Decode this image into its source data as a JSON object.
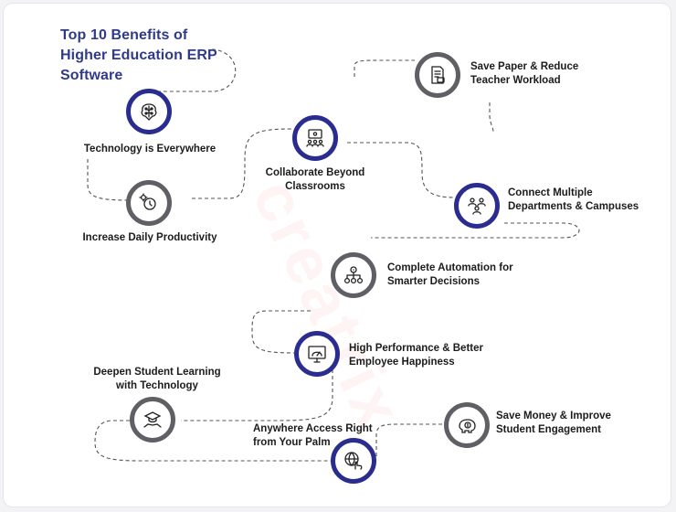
{
  "title": {
    "line1": "Top 10 Benefits of",
    "line2": "Higher Education ERP",
    "line3": "Software"
  },
  "watermark": "creatrix",
  "colors": {
    "title": "#2f3a8c",
    "ring_blue": "#2a2c8f",
    "ring_grey": "#5f5f66",
    "connector": "#555555"
  },
  "benefits": [
    {
      "id": "technology",
      "icon": "brain-circuit-icon",
      "ring": "blue",
      "lines": [
        "Technology is Everywhere"
      ]
    },
    {
      "id": "productivity",
      "icon": "gear-clock-icon",
      "ring": "grey",
      "lines": [
        "Increase Daily Productivity"
      ]
    },
    {
      "id": "collaborate",
      "icon": "classroom-presentation-icon",
      "ring": "blue",
      "lines": [
        "Collaborate Beyond",
        "Classrooms"
      ]
    },
    {
      "id": "save-paper",
      "icon": "document-icon",
      "ring": "grey",
      "lines": [
        "Save Paper & Reduce",
        "Teacher Workload"
      ]
    },
    {
      "id": "connect",
      "icon": "network-people-icon",
      "ring": "blue",
      "lines": [
        "Connect Multiple",
        "Departments & Campuses"
      ]
    },
    {
      "id": "automation",
      "icon": "workflow-icon",
      "ring": "grey",
      "lines": [
        "Complete Automation for",
        "Smarter Decisions"
      ]
    },
    {
      "id": "performance",
      "icon": "speedometer-monitor-icon",
      "ring": "blue",
      "lines": [
        "High Performance & Better",
        "Employee Happiness"
      ]
    },
    {
      "id": "learning",
      "icon": "graduation-hand-icon",
      "ring": "grey",
      "lines": [
        "Deepen Student Learning",
        "with Technology"
      ]
    },
    {
      "id": "save-money",
      "icon": "piggy-bank-icon",
      "ring": "grey",
      "lines": [
        "Save Money & Improve",
        "Student Engagement"
      ]
    },
    {
      "id": "anywhere",
      "icon": "globe-hand-icon",
      "ring": "blue",
      "lines": [
        "Anywhere Access Right",
        "from Your Palm"
      ]
    }
  ]
}
